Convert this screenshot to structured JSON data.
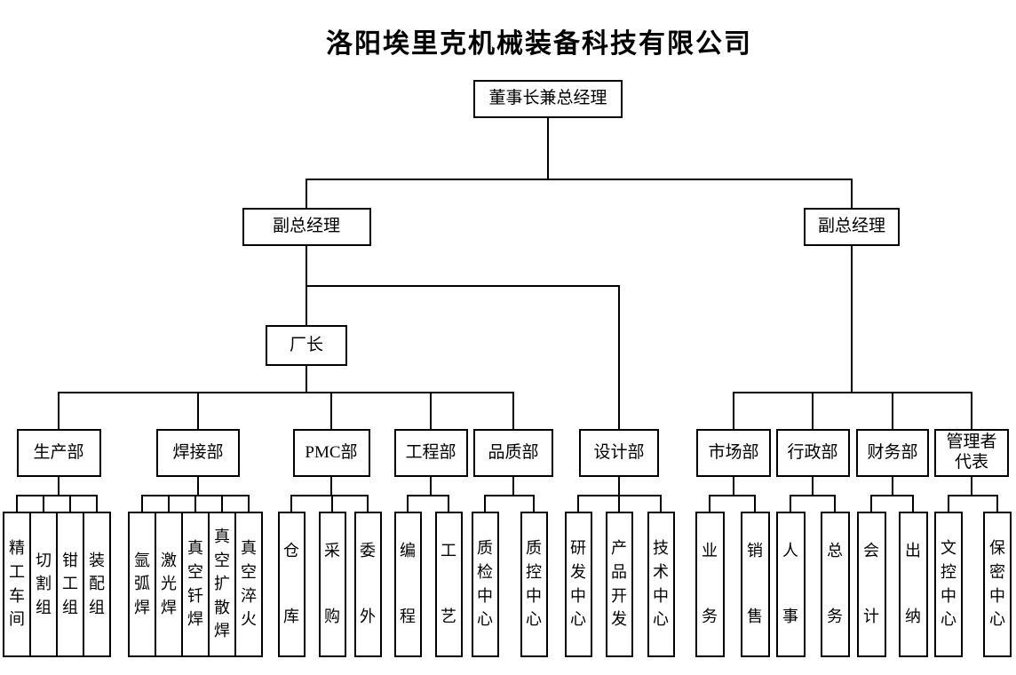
{
  "title": "洛阳埃里克机械装备科技有限公司",
  "org": {
    "id": "ceo",
    "label": "董事长兼总经理",
    "children": [
      {
        "id": "vp-left",
        "label": "副总经理",
        "children": [
          {
            "id": "factory-director",
            "label": "厂长",
            "children": [
              {
                "id": "dept-production",
                "label": "生产部",
                "children": [
                  {
                    "id": "leaf-jinggong-chejian",
                    "label": "精工车间",
                    "vertical": true
                  },
                  {
                    "id": "leaf-qiege-zu",
                    "label": "切割组",
                    "vertical": true
                  },
                  {
                    "id": "leaf-qiangong-zu",
                    "label": "钳工组",
                    "vertical": true
                  },
                  {
                    "id": "leaf-zhuangpei-zu",
                    "label": "装配组",
                    "vertical": true
                  }
                ]
              },
              {
                "id": "dept-welding",
                "label": "焊接部",
                "children": [
                  {
                    "id": "leaf-yahu-han",
                    "label": "氩弧焊",
                    "vertical": true
                  },
                  {
                    "id": "leaf-jiguang-han",
                    "label": "激光焊",
                    "vertical": true
                  },
                  {
                    "id": "leaf-zhenkong-qianhan",
                    "label": "真空钎焊",
                    "vertical": true
                  },
                  {
                    "id": "leaf-zhenkong-kuosanhan",
                    "label": "真空扩散焊",
                    "vertical": true
                  },
                  {
                    "id": "leaf-zhenkong-cuihuo",
                    "label": "真空淬火",
                    "vertical": true
                  }
                ]
              },
              {
                "id": "dept-pmc",
                "label": "PMC部",
                "children": [
                  {
                    "id": "leaf-cangku",
                    "label": "仓库",
                    "vertical": true
                  },
                  {
                    "id": "leaf-caigou",
                    "label": "采购",
                    "vertical": true
                  },
                  {
                    "id": "leaf-weiwai",
                    "label": "委外",
                    "vertical": true
                  }
                ]
              },
              {
                "id": "dept-engineering",
                "label": "工程部",
                "children": [
                  {
                    "id": "leaf-biancheng",
                    "label": "编程",
                    "vertical": true
                  },
                  {
                    "id": "leaf-gongyi",
                    "label": "工艺",
                    "vertical": true
                  }
                ]
              },
              {
                "id": "dept-quality",
                "label": "品质部",
                "children": [
                  {
                    "id": "leaf-zhijian-center",
                    "label": "质检中心",
                    "vertical": true
                  },
                  {
                    "id": "leaf-zhikong-center",
                    "label": "质控中心",
                    "vertical": true
                  }
                ]
              }
            ]
          },
          {
            "id": "dept-design",
            "label": "设计部",
            "children": [
              {
                "id": "leaf-yanfa-center",
                "label": "研发中心",
                "vertical": true
              },
              {
                "id": "leaf-chanpin-kaifa",
                "label": "产品开发",
                "vertical": true
              },
              {
                "id": "leaf-jishu-center",
                "label": "技术中心",
                "vertical": true
              }
            ]
          }
        ]
      },
      {
        "id": "vp-right",
        "label": "副总经理",
        "children": [
          {
            "id": "dept-market",
            "label": "市场部",
            "children": [
              {
                "id": "leaf-yewu",
                "label": "业务",
                "vertical": true
              },
              {
                "id": "leaf-xiaoshou",
                "label": "销售",
                "vertical": true
              }
            ]
          },
          {
            "id": "dept-admin",
            "label": "行政部",
            "children": [
              {
                "id": "leaf-renshi",
                "label": "人事",
                "vertical": true
              },
              {
                "id": "leaf-zongwu",
                "label": "总务",
                "vertical": true
              }
            ]
          },
          {
            "id": "dept-finance",
            "label": "财务部",
            "children": [
              {
                "id": "leaf-kuaiji",
                "label": "会计",
                "vertical": true
              },
              {
                "id": "leaf-chuna",
                "label": "出纳",
                "vertical": true
              }
            ]
          },
          {
            "id": "dept-mgmt-rep",
            "label": "管理者\n代表",
            "children": [
              {
                "id": "leaf-wenkong-center",
                "label": "文控中心",
                "vertical": true
              },
              {
                "id": "leaf-baomi-center",
                "label": "保密中心",
                "vertical": true
              }
            ]
          }
        ]
      }
    ]
  }
}
